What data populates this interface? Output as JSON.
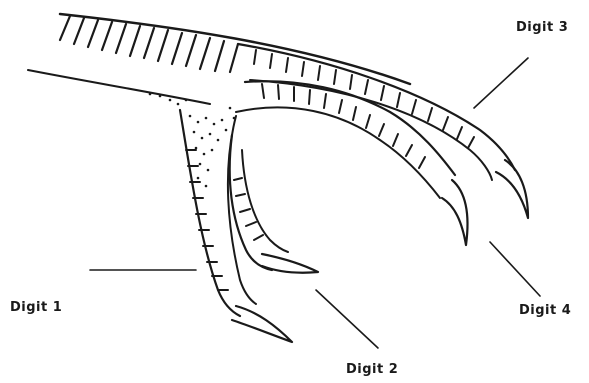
{
  "labels": {
    "digit_3": "Digit 3",
    "digit_1": "Digit 1",
    "digit_4": "Digit 4",
    "digit_2": "Digit 2"
  },
  "colors": {
    "ink": "#1a1a1a",
    "background": "#ffffff"
  }
}
